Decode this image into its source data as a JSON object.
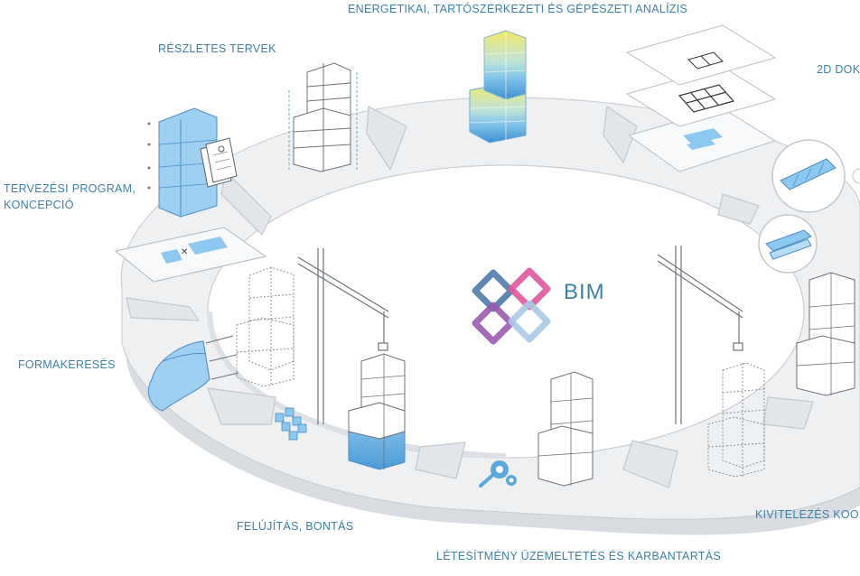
{
  "center": {
    "title": "BIM"
  },
  "labels": {
    "top": "ENERGETIKAI, TARTÓSZERKEZETI ÉS GÉPÉSZETI ANALÍZIS",
    "detailed_plans": "RÉSZLETES TERVEK",
    "docs_2d": "2D DOK",
    "program_line1": "TERVEZÉSI PROGRAM,",
    "program_line2": "KONCEPCIÓ",
    "form_finding": "FORMAKERESÉS",
    "renovation": "FELÚJÍTÁS, BONTÁS",
    "construction": "KIVITELEZÉS KOO",
    "facility": "LÉTESÍTMÉNY ÜZEMELTETÉS ÉS KARBANTARTÁS"
  },
  "colors": {
    "label": "#3d7fa6",
    "ring_top": "#eef0f2",
    "ring_side": "#d8dce0",
    "accent_blue": "#8cc8ef",
    "accent_yellow": "#f0e67a",
    "logo_blue": "#4f79a8",
    "logo_pink": "#e0569c",
    "logo_purple": "#9a5ab0",
    "logo_lightblue": "#a9c9e6"
  },
  "icons": [
    "crane-icon",
    "gear-icon",
    "wrench-icon",
    "building-icon",
    "document-icon",
    "beam-icon"
  ]
}
